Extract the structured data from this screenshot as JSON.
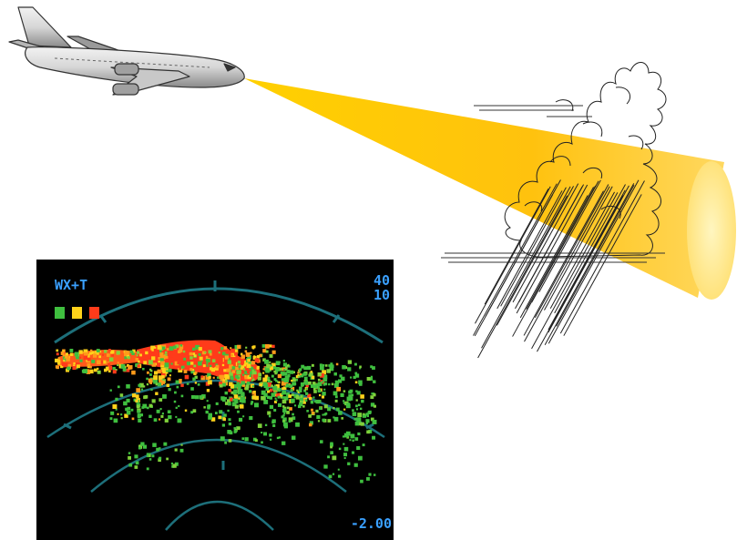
{
  "diagram": {
    "airplane_icon": "airliner-icon",
    "beam_color": "#ffc20e",
    "cloud_icon": "storm-cloud-icon"
  },
  "radar_display": {
    "mode_label": "WX+T",
    "range_top": "40",
    "range_bottom": "10",
    "tilt_value": "-2.00",
    "legend_colors": [
      "#3fbf3f",
      "#ffd21a",
      "#ff3b1a"
    ],
    "background_color": "#000000",
    "arc_color": "#1d6f7a",
    "text_color": "#3aa0ff"
  }
}
